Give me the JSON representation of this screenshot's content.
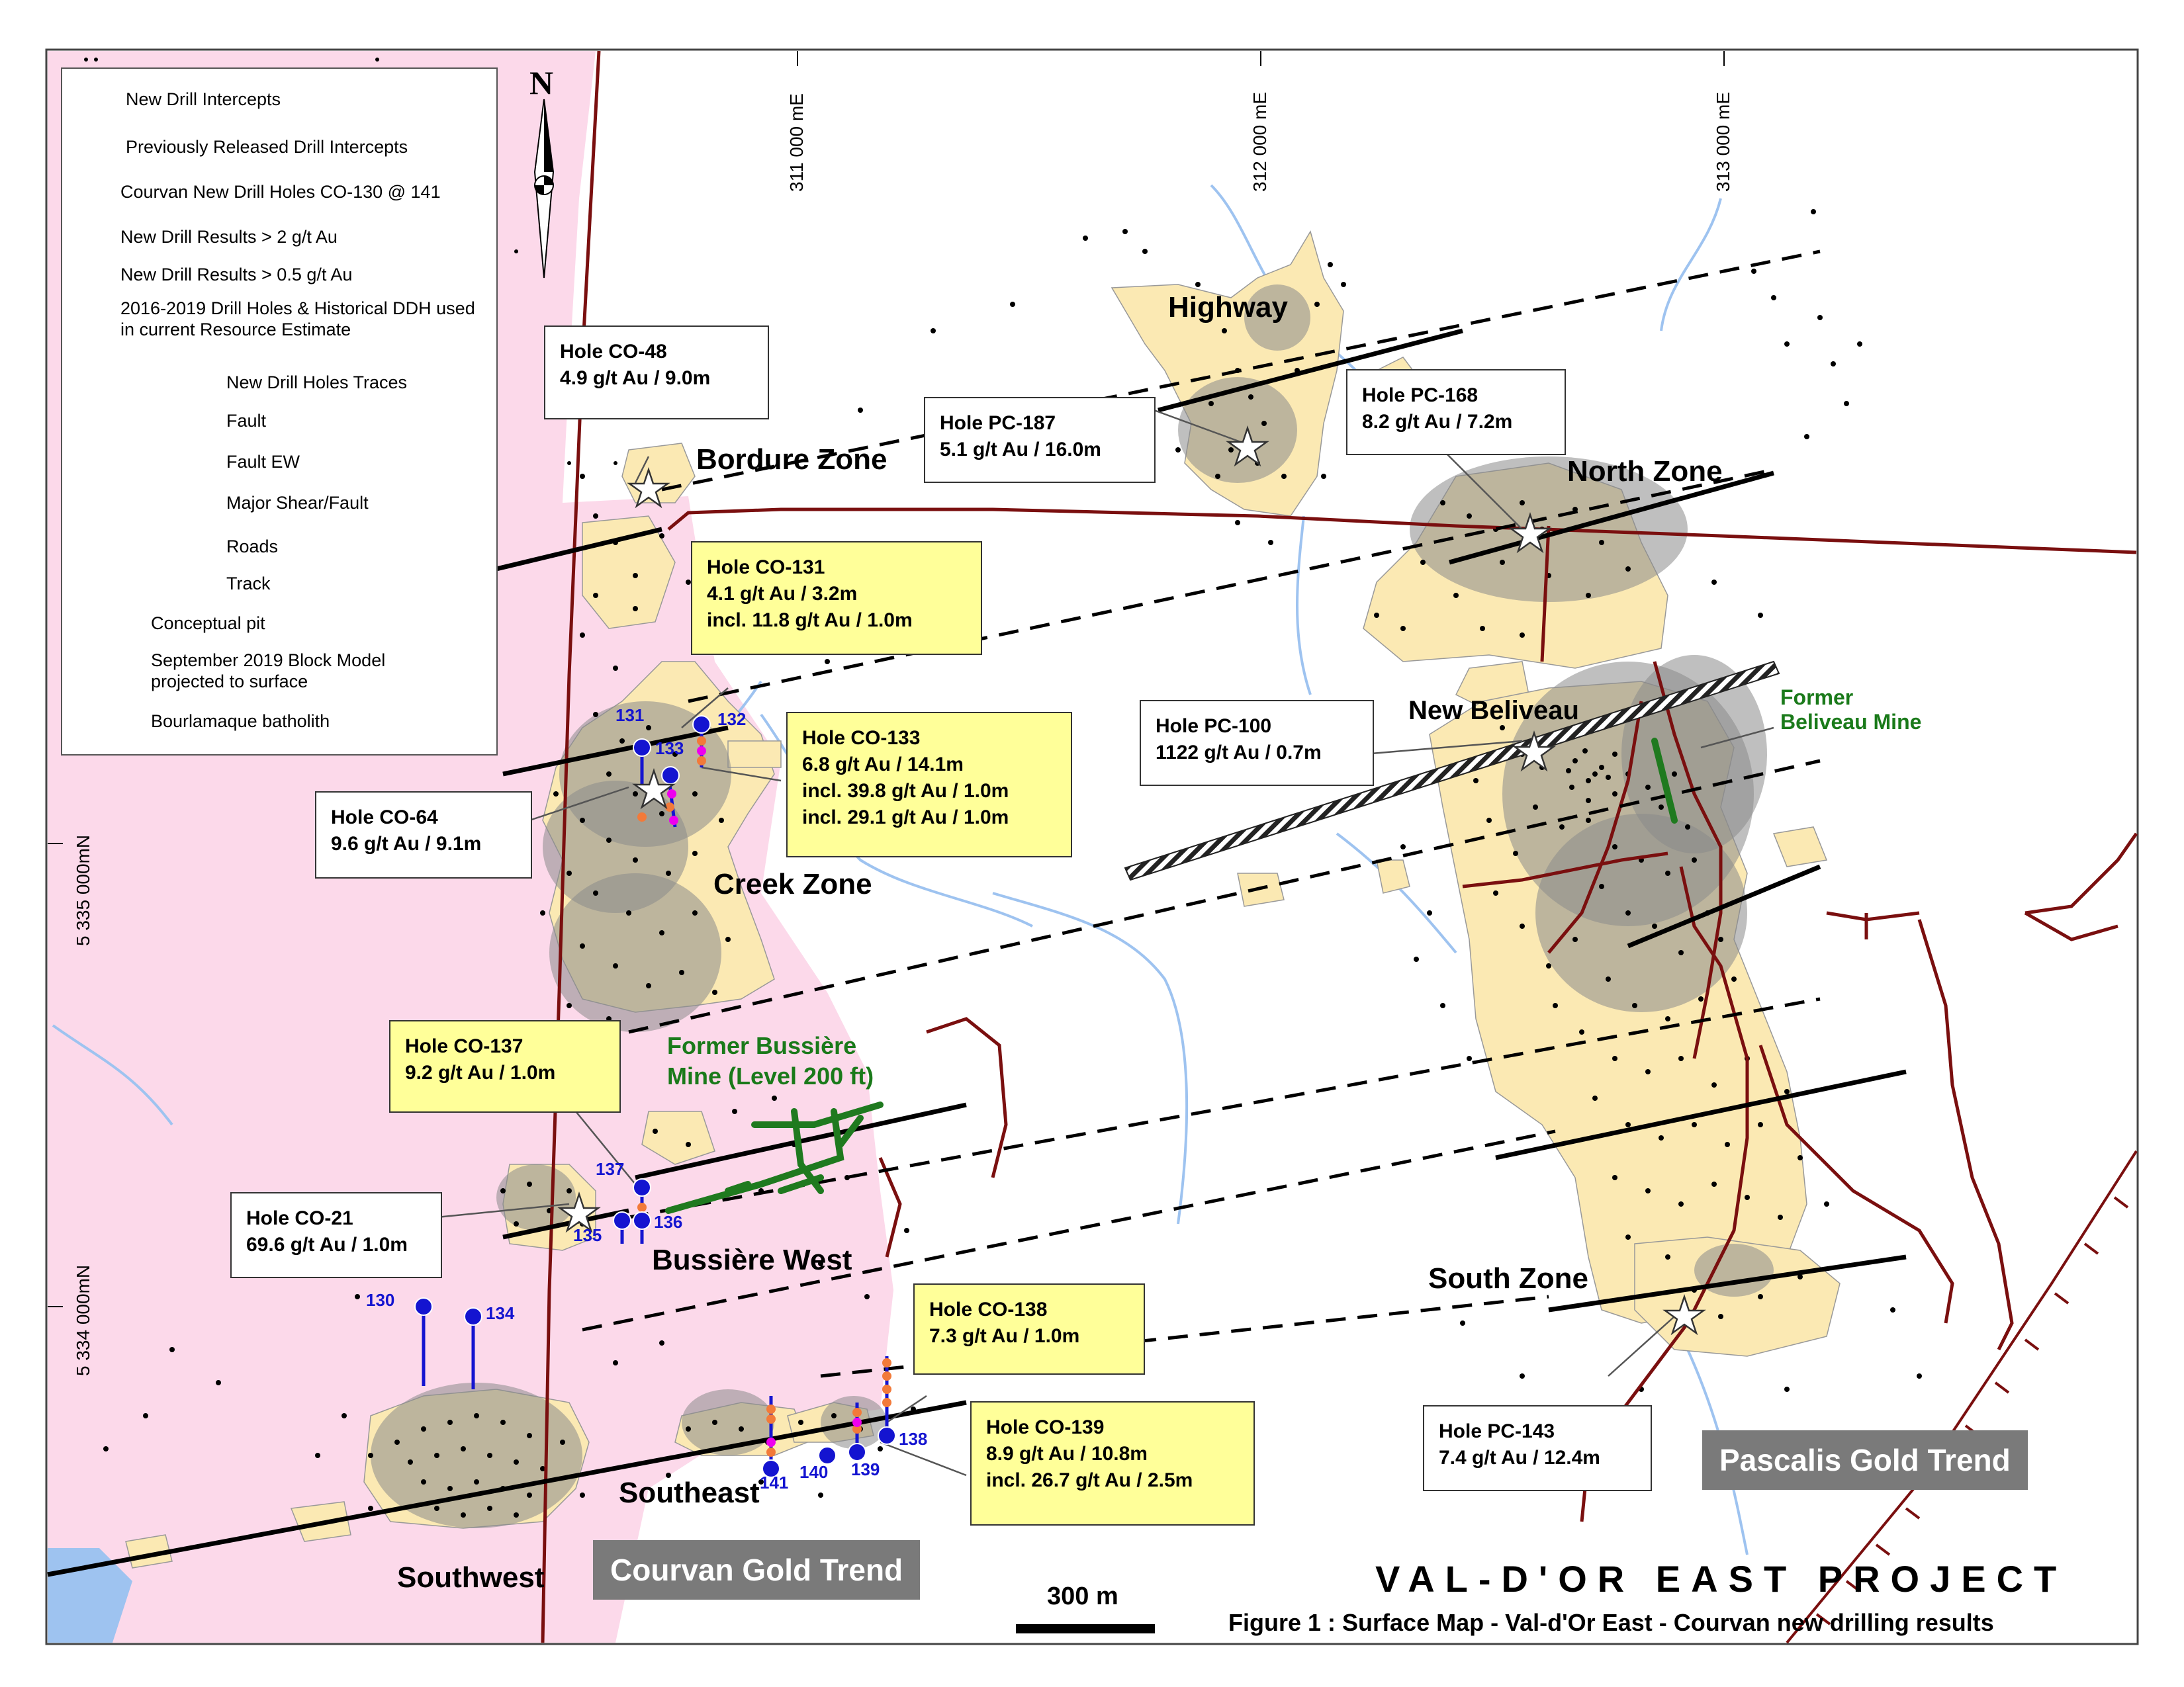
{
  "legend": {
    "items": [
      {
        "key": "new_intercepts",
        "label": "New Drill Intercepts"
      },
      {
        "key": "prev_intercepts",
        "label": "Previously Released Drill Intercepts"
      },
      {
        "key": "new_holes",
        "label": "Courvan New Drill Holes  CO-130 @ 141"
      },
      {
        "key": "results_2",
        "label": "New Drill Results > 2 g/t Au"
      },
      {
        "key": "results_05",
        "label": "New Drill Results > 0.5 g/t Au"
      },
      {
        "key": "hist_holes",
        "label": "2016-2019 Drill Holes & Historical DDH used in current Resource Estimate"
      },
      {
        "key": "traces",
        "label": "New Drill Holes Traces"
      },
      {
        "key": "fault",
        "label": "Fault"
      },
      {
        "key": "fault_ew",
        "label": "Fault EW"
      },
      {
        "key": "shear",
        "label": "Major Shear/Fault"
      },
      {
        "key": "roads",
        "label": "Roads"
      },
      {
        "key": "track",
        "label": "Track"
      },
      {
        "key": "pit",
        "label": "Conceptual pit"
      },
      {
        "key": "block",
        "label": "September 2019 Block Model projected to surface"
      },
      {
        "key": "batholith",
        "label": "Bourlamaque batholith"
      }
    ]
  },
  "north_label": "N",
  "coords": {
    "e1": "311 000 mE",
    "e2": "312 000 mE",
    "e3": "313 000 mE",
    "n1": "5 335 000mN",
    "n2": "5 334 000mN"
  },
  "callouts": {
    "co48": {
      "title": "Hole CO-48",
      "lines": [
        "4.9 g/t Au / 9.0m"
      ]
    },
    "pc187": {
      "title": "Hole PC-187",
      "lines": [
        "5.1 g/t Au / 16.0m"
      ]
    },
    "pc168": {
      "title": "Hole PC-168",
      "lines": [
        "8.2 g/t Au / 7.2m"
      ]
    },
    "co131": {
      "title": "Hole CO-131",
      "lines": [
        "4.1 g/t Au / 3.2m",
        "incl. 11.8 g/t Au / 1.0m"
      ]
    },
    "co133": {
      "title": "Hole CO-133",
      "lines": [
        "6.8 g/t Au / 14.1m",
        "incl. 39.8 g/t Au / 1.0m",
        "incl. 29.1 g/t Au / 1.0m"
      ]
    },
    "co64": {
      "title": "Hole CO-64",
      "lines": [
        "9.6 g/t Au / 9.1m"
      ]
    },
    "pc100": {
      "title": "Hole PC-100",
      "lines": [
        "1122 g/t Au / 0.7m"
      ]
    },
    "co137": {
      "title": "Hole CO-137",
      "lines": [
        "9.2 g/t Au / 1.0m"
      ]
    },
    "co21": {
      "title": "Hole CO-21",
      "lines": [
        "69.6 g/t Au / 1.0m"
      ]
    },
    "co138": {
      "title": "Hole CO-138",
      "lines": [
        "7.3 g/t Au / 1.0m"
      ]
    },
    "co139": {
      "title": "Hole CO-139",
      "lines": [
        "8.9 g/t Au / 10.8m",
        "incl. 26.7 g/t Au / 2.5m"
      ]
    },
    "pc143": {
      "title": "Hole PC-143",
      "lines": [
        "7.4 g/t Au / 12.4m"
      ]
    }
  },
  "zones": {
    "highway": "Highway",
    "bordure": "Bordure Zone",
    "north": "North Zone",
    "new_beliveau": "New Beliveau",
    "creek": "Creek Zone",
    "bussiere_west": "Bussière West",
    "south": "South Zone",
    "southeast": "Southeast",
    "southwest": "Southwest"
  },
  "mines": {
    "beliveau": [
      "Former",
      "Beliveau Mine"
    ],
    "bussiere": [
      "Former Bussière",
      "Mine (Level 200 ft)"
    ]
  },
  "hole_labels": [
    "131",
    "132",
    "133",
    "137",
    "135",
    "136",
    "130",
    "134",
    "138",
    "139",
    "140",
    "141"
  ],
  "trends": {
    "courvan": "Courvan Gold Trend",
    "pascalis": "Pascalis Gold Trend"
  },
  "scale_label": "300 m",
  "project_title": "VAL-D'OR EAST PROJECT",
  "figure_caption": "Figure 1 : Surface Map - Val-d'Or East - Courvan new drilling results",
  "colors": {
    "batholith": "#fcd9ea",
    "block": "#fbe9b3",
    "pit": "#999999",
    "road": "#7a0f0f",
    "water": "#9ec3f0",
    "hole_blue": "#1414d0",
    "result_magenta": "#ee00ee",
    "result_orange": "#f27a3a",
    "mine_green": "#1f7a1f",
    "callout_yellow": "#ffff99"
  }
}
